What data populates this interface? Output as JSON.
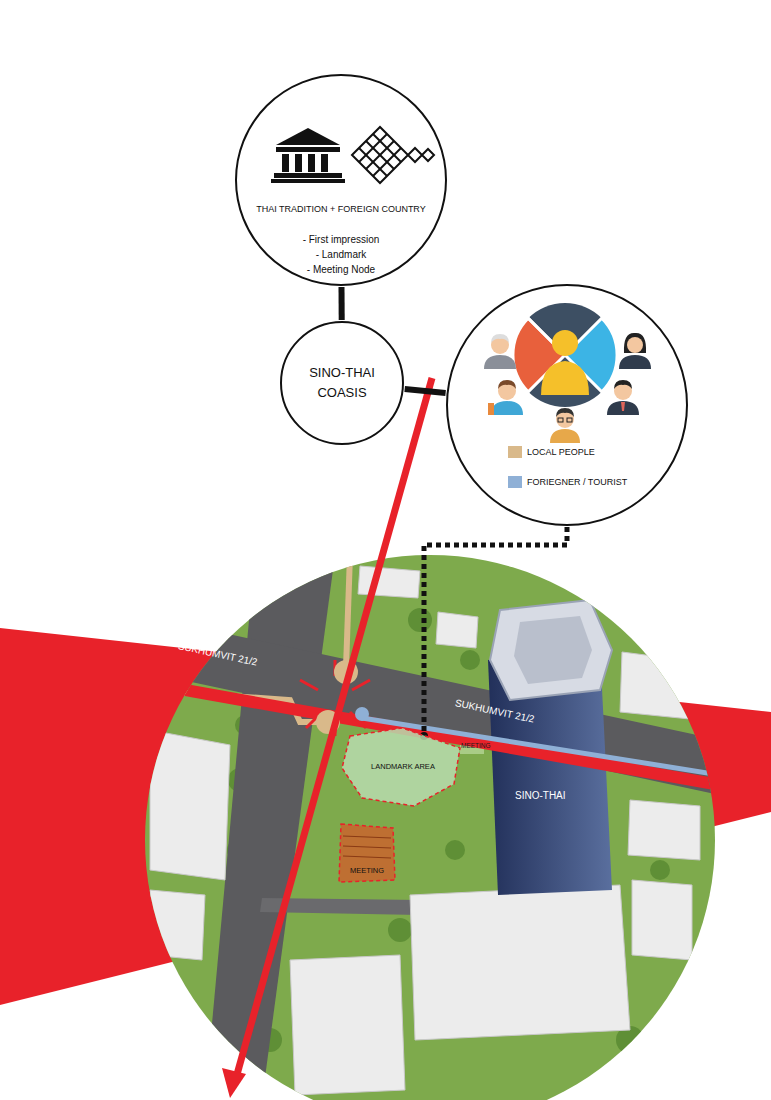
{
  "diagram": {
    "nodes": [
      {
        "text": [
          "THAI TRADITION + FOREIGN COUNTRY",
          "- First impression",
          "- Landmark",
          "- Meeting Node"
        ]
      },
      {
        "text": [
          "SINO-THAI COASIS"
        ]
      },
      {
        "text": []
      },
      {
        "text": [
          "LANDMARK AREA"
        ]
      },
      {
        "text": [
          "MEETING"
        ]
      }
    ],
    "edges": [
      {
        "from": 0,
        "to": 1,
        "arrow": "none"
      },
      {
        "from": 1,
        "to": 2,
        "arrow": "none"
      },
      {
        "from": 2,
        "to": 3,
        "arrow": "none"
      }
    ],
    "labels": [
      "SUKHUMVIT 21/2",
      "SUKHUMVIT 21/2",
      "MEETING",
      "SINO-THAI"
    ],
    "legend": [
      {
        "text": "LOCAL PEOPLE",
        "color": "#d9b98a"
      },
      {
        "text": "FORIEGNER / TOURIST",
        "color": "#8fb0d6"
      }
    ]
  }
}
